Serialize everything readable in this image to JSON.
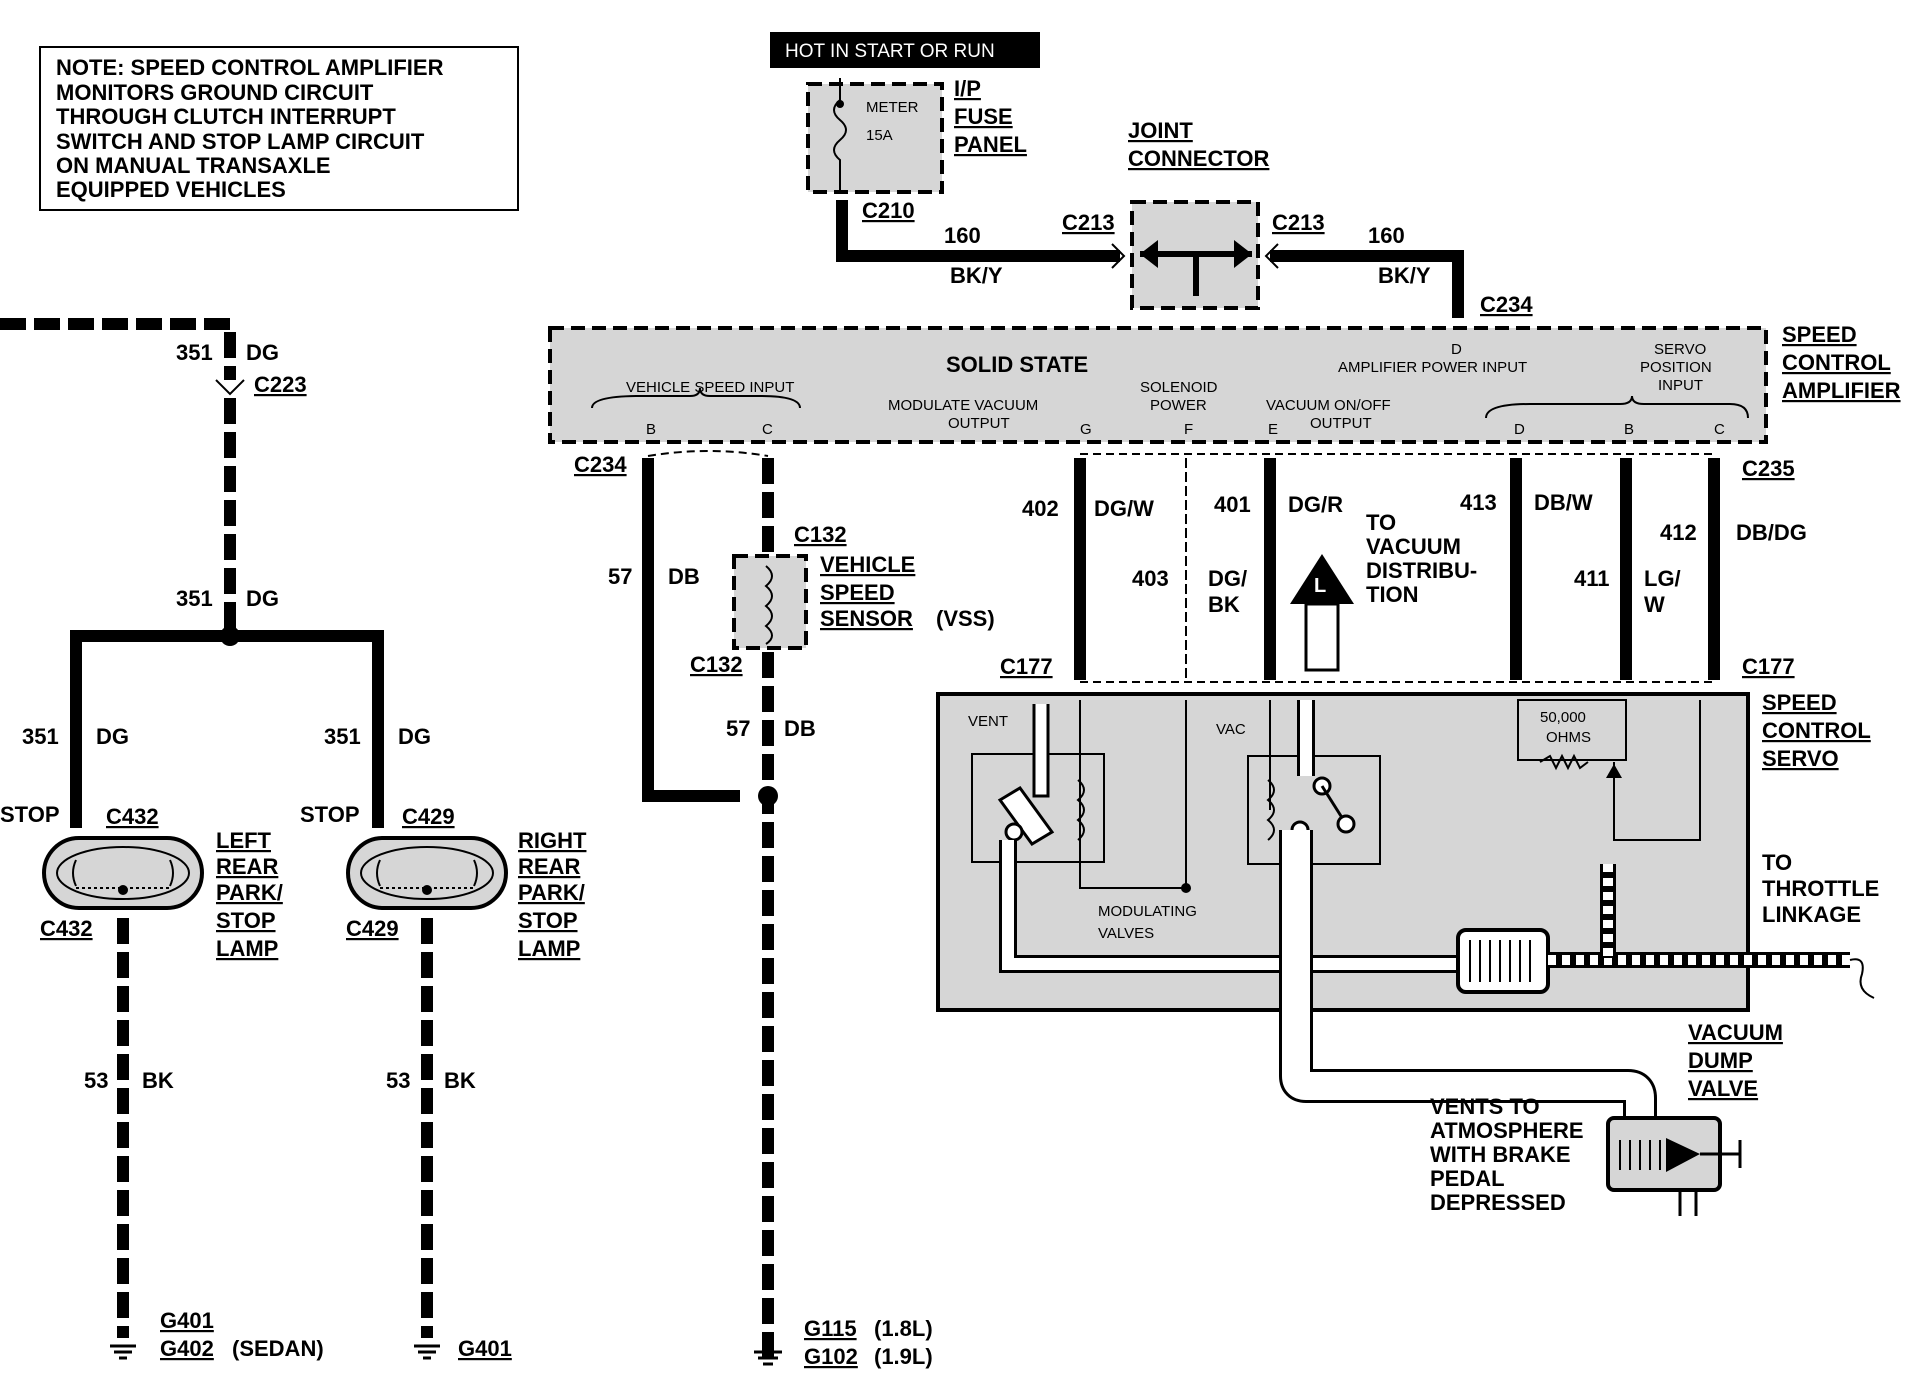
{
  "note": {
    "lines": [
      "NOTE: SPEED CONTROL AMPLIFIER",
      "MONITORS GROUND CIRCUIT",
      "THROUGH CLUTCH INTERRUPT",
      "SWITCH AND STOP LAMP CIRCUIT",
      "ON MANUAL TRANSAXLE",
      "EQUIPPED VEHICLES"
    ]
  },
  "power": {
    "hot_label": "HOT IN START OR RUN",
    "fuse_name": "METER",
    "fuse_rating": "15A",
    "panel_label": [
      "I/P",
      "FUSE",
      "PANEL"
    ],
    "connector_c210": "C210"
  },
  "joint_connector": {
    "label": [
      "JOINT",
      "CONNECTOR"
    ],
    "left_conn": "C213",
    "right_conn": "C213",
    "left_circuit": "160",
    "left_color": "BK/Y",
    "right_circuit": "160",
    "right_color": "BK/Y"
  },
  "amplifier": {
    "title": "SOLID STATE",
    "label": [
      "SPEED",
      "CONTROL",
      "AMPLIFIER"
    ],
    "connector_top": "C234",
    "connector_left": "C234",
    "connector_right": "C235",
    "pin_top": "D",
    "vehicle_speed_input": "VEHICLE SPEED INPUT",
    "modulate_vacuum_output": [
      "MODULATE VACUUM",
      "OUTPUT"
    ],
    "solenoid_power": [
      "SOLENOID",
      "POWER"
    ],
    "vacuum_onoff_output": [
      "VACUUM ON/OFF",
      "OUTPUT"
    ],
    "amplifier_power_input": "AMPLIFIER POWER INPUT",
    "servo_position_input": [
      "SERVO",
      "POSITION",
      "INPUT"
    ],
    "pins": [
      "B",
      "C",
      "G",
      "F",
      "E",
      "D",
      "B",
      "C"
    ]
  },
  "vss": {
    "label": [
      "VEHICLE",
      "SPEED",
      "SENSOR"
    ],
    "suffix": "(VSS)",
    "conn_top": "C132",
    "conn_bottom": "C132",
    "circuit_left": "57",
    "color_left": "DB",
    "circuit_bottom": "57",
    "color_bottom": "DB"
  },
  "grounds": {
    "g_vss": [
      "G115",
      "G102"
    ],
    "g_vss_note": [
      "(1.8L)",
      "(1.9L)"
    ],
    "g_left": [
      "G401",
      "G402"
    ],
    "g_left_note": "(SEDAN)",
    "g_right": "G401"
  },
  "stop_circuit": {
    "c223": "C223",
    "circuit": "351",
    "color": "DG",
    "stop": "STOP",
    "left_conn": "C432",
    "right_conn": "C429",
    "left_lamp": [
      "LEFT",
      "REAR",
      "PARK/",
      "STOP",
      "LAMP"
    ],
    "right_lamp": [
      "RIGHT",
      "REAR",
      "PARK/",
      "STOP",
      "LAMP"
    ],
    "ground_circuit": "53",
    "ground_color": "BK"
  },
  "servo_wires": {
    "w402": "402",
    "c402": "DG/W",
    "w401": "401",
    "c401": "DG/R",
    "w403": "403",
    "c403": [
      "DG/",
      "BK"
    ],
    "w413": "413",
    "c413": "DB/W",
    "w412": "412",
    "c412": "DB/DG",
    "w411": "411",
    "c411": [
      "LG/",
      "W"
    ],
    "to_vacuum": [
      "TO",
      "VACUUM",
      "DISTRIBU-",
      "TION"
    ],
    "c177_left": "C177",
    "c177_right": "C177"
  },
  "servo": {
    "label": [
      "SPEED",
      "CONTROL",
      "SERVO"
    ],
    "vent": "VENT",
    "vac": "VAC",
    "ohms": [
      "50,000",
      "OHMS"
    ],
    "modulating": [
      "MODULATING",
      "VALVES"
    ],
    "throttle": [
      "TO",
      "THROTTLE",
      "LINKAGE"
    ],
    "dump_label": [
      "VACUUM",
      "DUMP",
      "VALVE"
    ],
    "vents_note": [
      "VENTS TO",
      "ATMOSPHERE",
      "WITH BRAKE",
      "PEDAL",
      "DEPRESSED"
    ],
    "arrow_letter": "L"
  }
}
